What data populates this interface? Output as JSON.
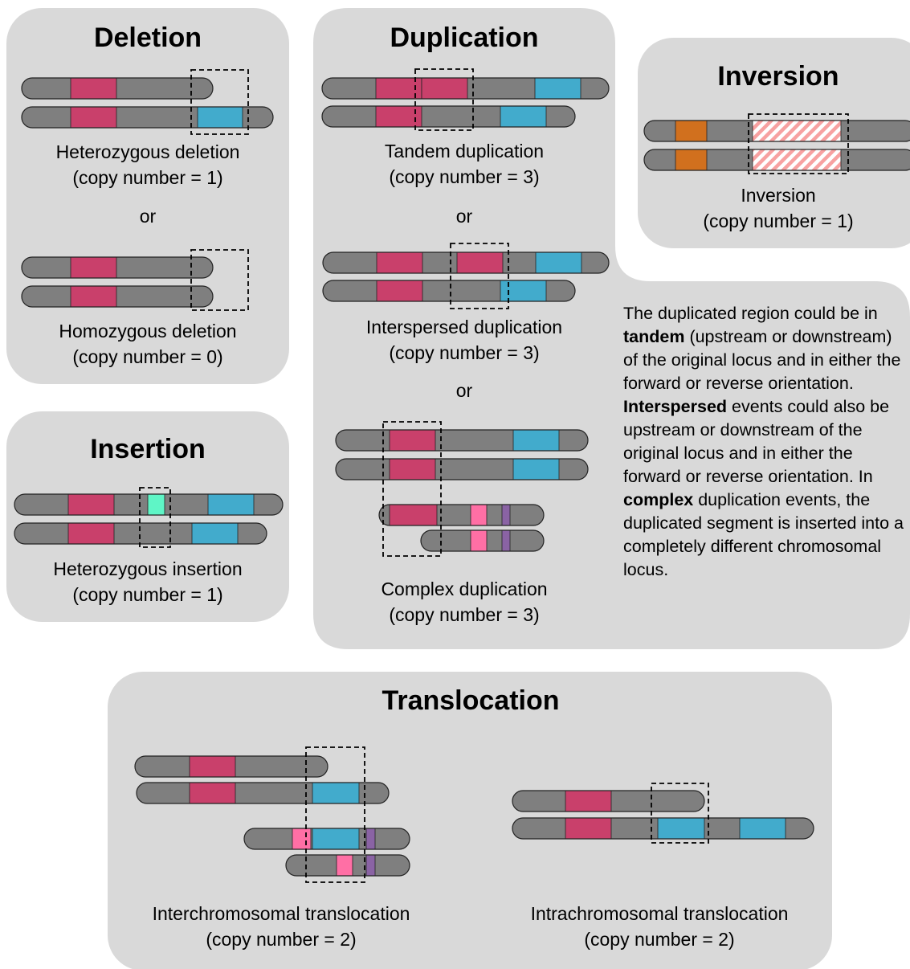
{
  "colors": {
    "panel": "#d9d9d9",
    "chromosome": "#7f7f7f",
    "crimson": "#c9406b",
    "blue": "#42abcc",
    "orange": "#d1701e",
    "pink": "#ff6fa5",
    "purple": "#8a63a4",
    "mint": "#5ff5c6",
    "hatch": "#f7a1a1"
  },
  "deletion": {
    "title": "Deletion",
    "het_line1": "Heterozygous deletion",
    "het_line2": "(copy number = 1)",
    "or": "or",
    "hom_line1": "Homozygous deletion",
    "hom_line2": "(copy number = 0)"
  },
  "insertion": {
    "title": "Insertion",
    "line1": "Heterozygous insertion",
    "line2": "(copy number = 1)"
  },
  "duplication": {
    "title": "Duplication",
    "tandem_line1": "Tandem duplication",
    "tandem_line2": "(copy number = 3)",
    "or1": "or",
    "inter_line1": "Interspersed duplication",
    "inter_line2": "(copy number = 3)",
    "or2": "or",
    "complex_line1": "Complex duplication",
    "complex_line2": "(copy number = 3)"
  },
  "inversion": {
    "title": "Inversion",
    "line1": "Inversion",
    "line2": "(copy number = 1)"
  },
  "description": {
    "p1": "The duplicated region could be in ",
    "b1": "tandem",
    "p2": " (upstream or downstream) of the original locus and in either the forward or reverse orientation. ",
    "b2": "Interspersed",
    "p3": " events could also be upstream or downstream of the original locus and in either the forward or reverse orientation. In ",
    "b3": "complex",
    "p4": " duplication events, the duplicated segment is inserted into a completely different chromosomal locus."
  },
  "translocation": {
    "title": "Translocation",
    "inter_line1": "Interchromosomal translocation",
    "inter_line2": "(copy number = 2)",
    "intra_line1": "Intrachromosomal translocation",
    "intra_line2": "(copy number = 2)"
  }
}
